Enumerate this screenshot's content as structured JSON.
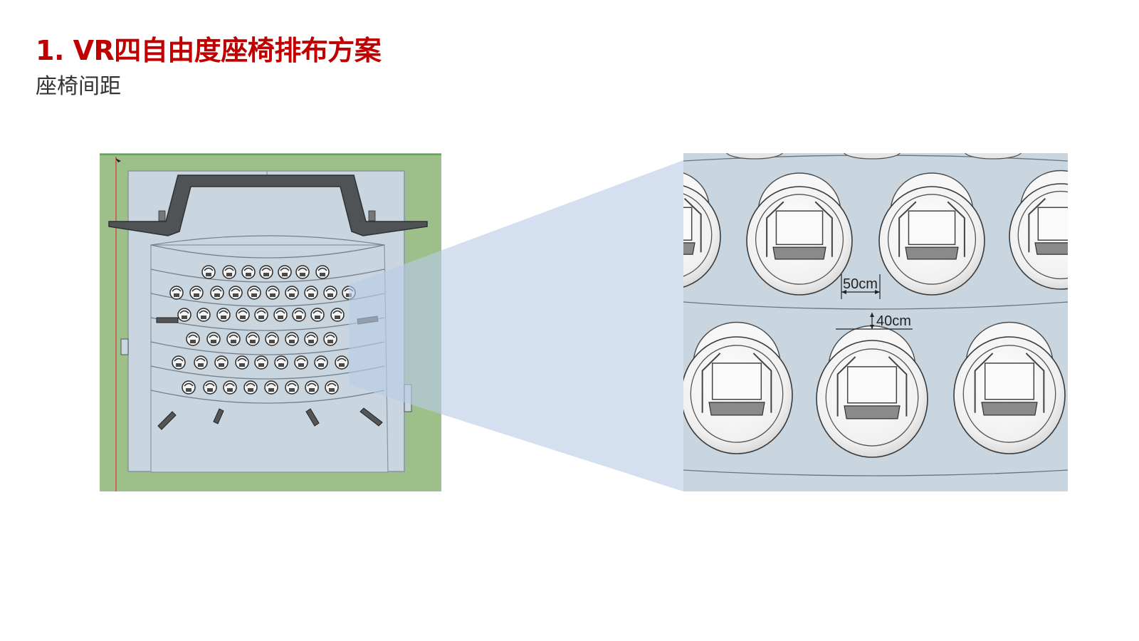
{
  "slide": {
    "title": "1. VR四自由度座椅排布方案",
    "subtitle": "座椅间距"
  },
  "detail": {
    "seat_gap_label": "50cm",
    "row_gap_label": "40cm"
  },
  "colors": {
    "title": "#c00000",
    "ground": "#9dc08b",
    "floor": "#c9d6e0",
    "screen": "#505356",
    "zoom_beam": "#b9cce6"
  }
}
